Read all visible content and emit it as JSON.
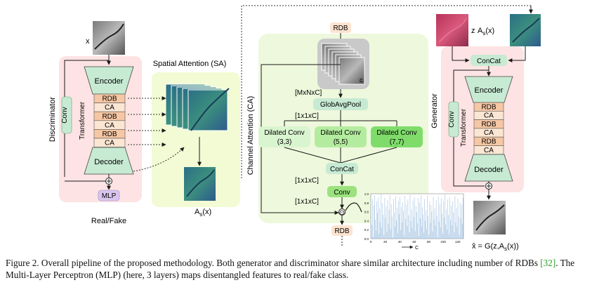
{
  "diagram": {
    "discriminator": {
      "side_label": "Discriminator",
      "input_label": "x",
      "conv": "Conv",
      "encoder": "Encoder",
      "decoder": "Decoder",
      "transformer": "Transformer",
      "blocks": [
        "RDB",
        "CA",
        "RDB",
        "CA",
        "RDB",
        "CA"
      ],
      "mlp": "MLP",
      "output": "Real/Fake"
    },
    "spatial_attention": {
      "title": "Spatial Attention (SA)",
      "output_label": "A",
      "output_sub": "s",
      "output_arg": "(x)"
    },
    "channel_attention": {
      "side_label": "Channel Attention (CA)",
      "rdb_top": "RDB",
      "rdb_bottom": "RDB",
      "c_label": "c",
      "dim_in": "[MxNxC]",
      "globavgpool": "GlobAvgPool",
      "dim_pool": "[1x1xC]",
      "dilated": [
        {
          "name": "Dilated Conv",
          "param": "(3,3)",
          "color": "#d9f5cf"
        },
        {
          "name": "Dilated Conv",
          "param": "(5,5)",
          "color": "#b4ec9f"
        },
        {
          "name": "Dilated Conv",
          "param": "(7,7)",
          "color": "#7fdc6a"
        }
      ],
      "concat": "ConCat",
      "dim_concat": "[1x1xC]",
      "conv": "Conv",
      "dim_conv": "[1x1xC]",
      "multiply_symbol": "⊙"
    },
    "generator": {
      "side_label": "Generator",
      "z_label": "z",
      "as_label": "A",
      "as_sub": "s",
      "as_arg": "(x)",
      "concat": "ConCat",
      "conv": "Conv",
      "encoder": "Encoder",
      "decoder": "Decoder",
      "transformer": "Transformer",
      "blocks": [
        "RDB",
        "CA",
        "RDB",
        "CA",
        "RDB",
        "CA"
      ],
      "output_label": "x̂ = G(z,A",
      "output_sub": "s",
      "output_tail": "(x))"
    },
    "colors": {
      "pink_panel": "#fde3e3",
      "green_panel": "#eef8dc",
      "yellow_panel": "#f2fbd4",
      "teal_box": "#c7ead3",
      "rdb_fill": "#f6c7a4",
      "ca_fill": "#fbe6d3",
      "mlp_fill": "#d9c6ef",
      "bar_color": "#9bbfe0",
      "line_color": "#1a1a1a"
    }
  },
  "chart_data": {
    "type": "bar",
    "title": "",
    "xlabel": "C",
    "ylabel": "",
    "x_ticks": [
      "0",
      "20",
      "40",
      "60",
      "80",
      "100",
      "120"
    ],
    "y_ticks": [
      "0.0",
      "0.2",
      "0.4",
      "0.6",
      "0.8",
      "1.0"
    ],
    "xlim": [
      0,
      128
    ],
    "ylim": [
      0,
      1
    ],
    "values": [
      0.62,
      0.31,
      0.88,
      0.05,
      0.74,
      0.96,
      0.42,
      0.18,
      0.83,
      0.57,
      0.92,
      0.11,
      0.68,
      0.37,
      0.99,
      0.24,
      0.79,
      0.53,
      0.08,
      0.91,
      0.46,
      0.72,
      0.15,
      0.86,
      0.33,
      0.64,
      0.97,
      0.21,
      0.77,
      0.49,
      0.03,
      0.89,
      0.58,
      0.26,
      0.94,
      0.41,
      0.69,
      0.12,
      0.84,
      0.55,
      0.93,
      0.19,
      0.71,
      0.36,
      0.81,
      0.61,
      0.07,
      0.95,
      0.44,
      0.76,
      0.28,
      0.87,
      0.52,
      0.14,
      0.98,
      0.39,
      0.66,
      0.23,
      0.85,
      0.48,
      0.92,
      0.17,
      0.73,
      0.59,
      0.34,
      0.9,
      0.06,
      0.8,
      0.45,
      0.97,
      0.27,
      0.7,
      0.54,
      0.13,
      0.88,
      0.4,
      0.63,
      0.22,
      0.96,
      0.5,
      0.09,
      0.82,
      0.35,
      0.75,
      0.6,
      0.16,
      0.93,
      0.43,
      0.67,
      0.29,
      0.86,
      0.51,
      0.04,
      0.94,
      0.38,
      0.78,
      0.25,
      0.9,
      0.56,
      0.11,
      0.84,
      0.47,
      0.99,
      0.32,
      0.65,
      0.2,
      0.87,
      0.53,
      0.1,
      0.92,
      0.42,
      0.74,
      0.3,
      0.83,
      0.58,
      0.14,
      0.95,
      0.37,
      0.69,
      0.26,
      0.89,
      0.49,
      0.08,
      0.81,
      0.45,
      0.76,
      0.33,
      0.91
    ]
  },
  "caption": {
    "text_a": "Figure 2. Overall pipeline of the proposed methodology. Both generator and discriminator share similar architecture including number of RDBs ",
    "ref": "[32]",
    "text_b": ". The Multi-Layer Perceptron (MLP) (here, 3 layers) maps disentangled features to real/fake class."
  }
}
